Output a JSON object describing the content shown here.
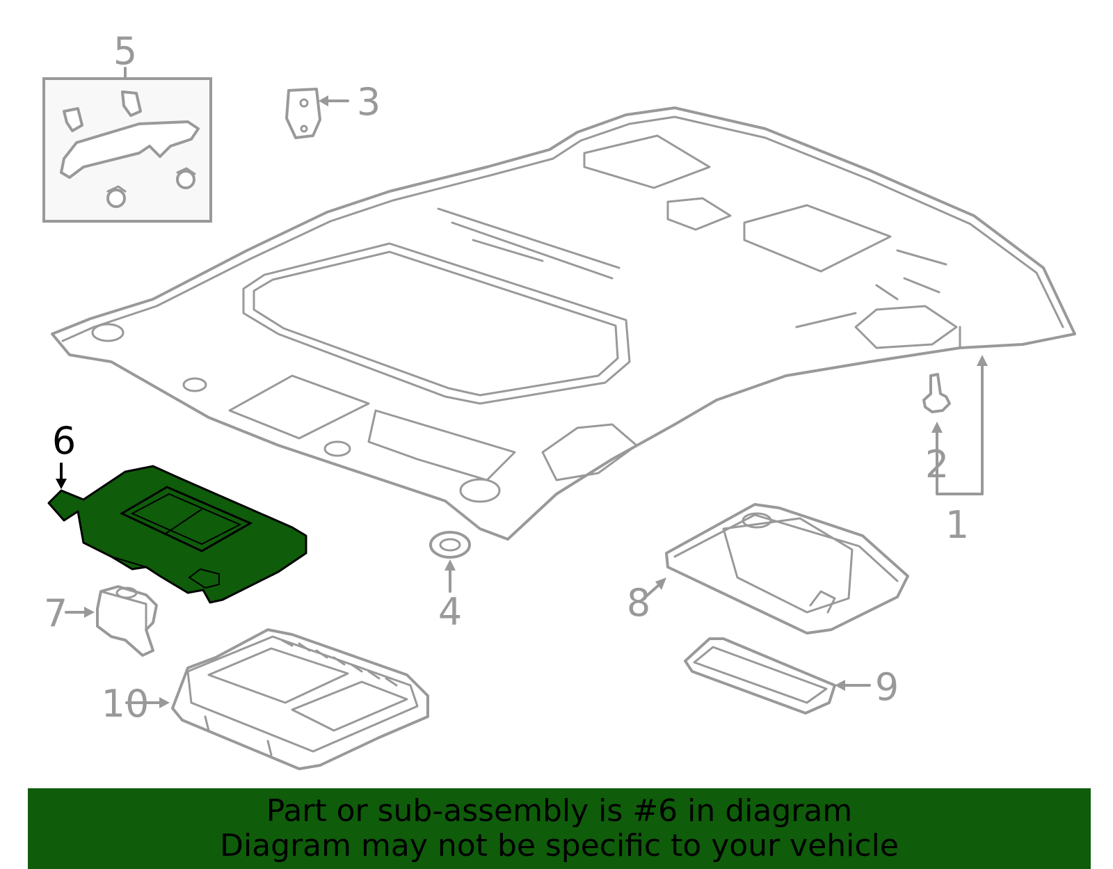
{
  "callouts": {
    "c1": "1",
    "c2": "2",
    "c3": "3",
    "c4": "4",
    "c5": "5",
    "c6": "6",
    "c7": "7",
    "c8": "8",
    "c9": "9",
    "c10": "10"
  },
  "highlighted_part": "6",
  "colors": {
    "highlight_fill": "#0f5c0b",
    "line_art": "#999999",
    "banner_background": "#0f5c0b"
  },
  "banner": {
    "line1": "Part or sub-assembly is #6 in diagram",
    "line2": "Diagram may not be specific to your vehicle"
  }
}
